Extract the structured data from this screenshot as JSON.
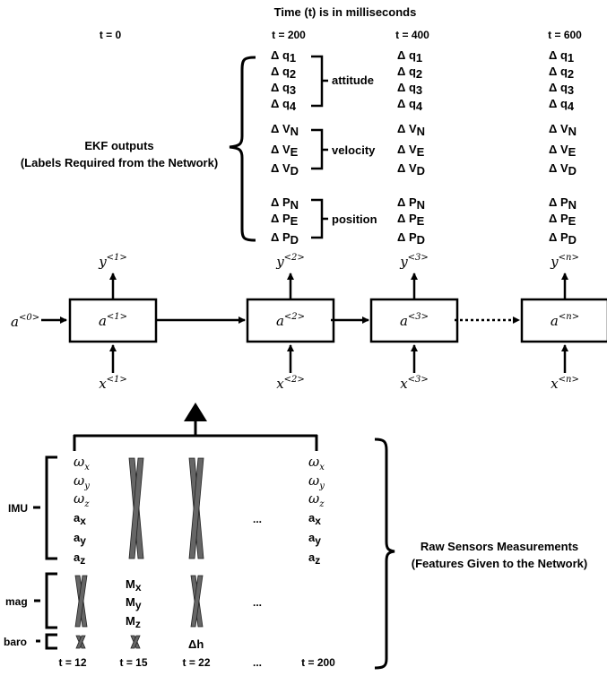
{
  "title": "Time (t) is in milliseconds",
  "time_headers": [
    "t = 0",
    "t = 200",
    "t = 400",
    "t = 600"
  ],
  "ekf_label": {
    "line1": "EKF outputs",
    "line2": "(Labels Required from the Network)"
  },
  "ekf_groups": [
    {
      "name": "attitude",
      "items": [
        {
          "base": "Δ q",
          "sub": "1"
        },
        {
          "base": "Δ q",
          "sub": "2"
        },
        {
          "base": "Δ q",
          "sub": "3"
        },
        {
          "base": "Δ q",
          "sub": "4"
        }
      ]
    },
    {
      "name": "velocity",
      "items": [
        {
          "base": "Δ V",
          "sub": "N"
        },
        {
          "base": "Δ V",
          "sub": "E"
        },
        {
          "base": "Δ V",
          "sub": "D"
        }
      ]
    },
    {
      "name": "position",
      "items": [
        {
          "base": "Δ P",
          "sub": "N"
        },
        {
          "base": "Δ P",
          "sub": "E"
        },
        {
          "base": "Δ P",
          "sub": "D"
        }
      ]
    }
  ],
  "rnn": {
    "input_activation": {
      "base": "a",
      "sup": "<0>"
    },
    "cells": [
      {
        "a": "<1>",
        "y": "<1>",
        "x": "<1>"
      },
      {
        "a": "<2>",
        "y": "<2>",
        "x": "<2>"
      },
      {
        "a": "<3>",
        "y": "<3>",
        "x": "<3>"
      },
      {
        "a": "<n>",
        "y": "<n>",
        "x": "<n>"
      }
    ]
  },
  "sensor_groups": [
    {
      "name": "IMU",
      "items": [
        {
          "kind": "omega",
          "base": "ω",
          "sub": "x"
        },
        {
          "kind": "omega",
          "base": "ω",
          "sub": "y"
        },
        {
          "kind": "omega",
          "base": "ω",
          "sub": "z"
        },
        {
          "kind": "bold",
          "base": "a",
          "sub": "x"
        },
        {
          "kind": "bold",
          "base": "a",
          "sub": "y"
        },
        {
          "kind": "bold",
          "base": "a",
          "sub": "z"
        }
      ]
    },
    {
      "name": "mag",
      "items": [
        {
          "kind": "bold",
          "base": "M",
          "sub": "x"
        },
        {
          "kind": "bold",
          "base": "M",
          "sub": "y"
        },
        {
          "kind": "bold",
          "base": "M",
          "sub": "z"
        }
      ]
    },
    {
      "name": "baro",
      "items": [
        {
          "kind": "plain",
          "base": "Δh",
          "sub": ""
        }
      ]
    }
  ],
  "ellipsis": "...",
  "sensor_times": [
    "t = 12",
    "t = 15",
    "t = 22",
    "...",
    "t = 200"
  ],
  "raw_label": {
    "line1": "Raw Sensors Measurements",
    "line2": "(Features Given to the Network)"
  }
}
